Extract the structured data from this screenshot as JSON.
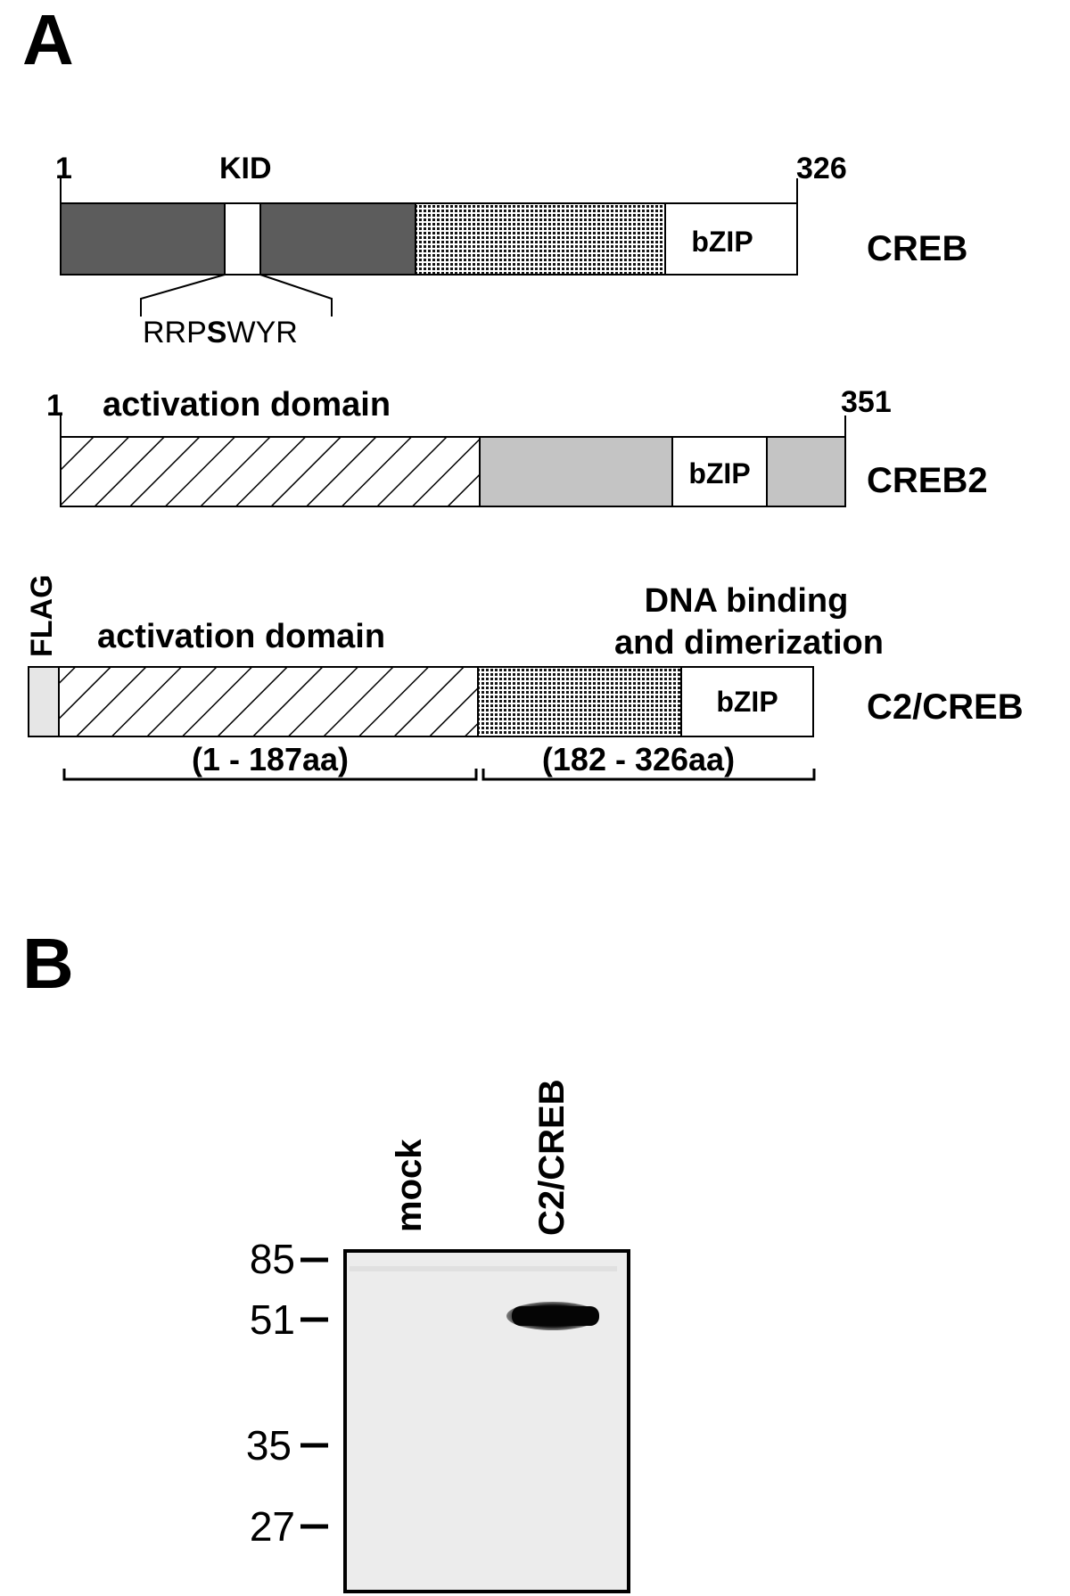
{
  "panelA": {
    "label": "A",
    "creb": {
      "name": "CREB",
      "start": "1",
      "end": "326",
      "kid_label": "KID",
      "bzip_label": "bZIP",
      "motif": {
        "prefix": "RRP",
        "bold": "S",
        "suffix": "WYR"
      }
    },
    "creb2": {
      "name": "CREB2",
      "start": "1",
      "end": "351",
      "domain_label": "activation domain",
      "bzip_label": "bZIP"
    },
    "c2creb": {
      "name": "C2/CREB",
      "flag_label": "FLAG",
      "activation_label": "activation domain",
      "dna_label_line1": "DNA binding",
      "dna_label_line2": "and dimerization",
      "bzip_label": "bZIP",
      "range1": "(1 - 187aa)",
      "range2": "(182 - 326aa)"
    }
  },
  "panelB": {
    "label": "B",
    "lanes": [
      "mock",
      "C2/CREB"
    ],
    "markers": [
      "85",
      "51",
      "35",
      "27"
    ]
  },
  "colors": {
    "dark_gray": "#5c5c5c",
    "light_gray": "#c4c4c4",
    "flag_gray": "#e6e6e6",
    "blot_background": "#ececec",
    "band": "#0a0a0a"
  }
}
